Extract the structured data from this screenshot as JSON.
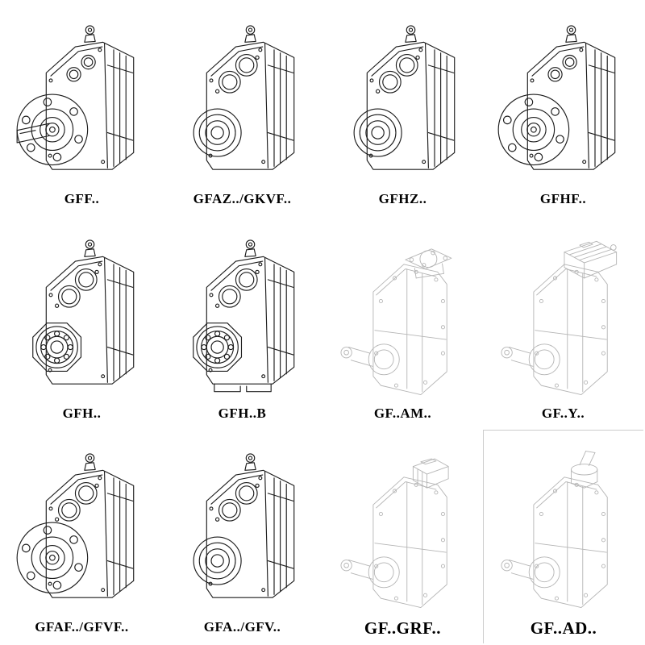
{
  "page": {
    "background": "#ffffff",
    "description": "Catalog sheet of parallel shaft helical gear reducer model variants, isometric line drawings with model code labels"
  },
  "colors": {
    "dark": "#1c1c1c",
    "light": "#b5b5b5",
    "label": "#000000"
  },
  "cells": [
    {
      "label": "GFF..",
      "drawing": "flange-shaft",
      "tone": "dark"
    },
    {
      "label": "GFAZ../GKVF..",
      "drawing": "hub-bores",
      "tone": "dark"
    },
    {
      "label": "GFHZ..",
      "drawing": "hub-bores",
      "tone": "dark"
    },
    {
      "label": "GFHF..",
      "drawing": "flange-plain",
      "tone": "dark"
    },
    {
      "label": "GFH..",
      "drawing": "bearing-bores",
      "tone": "dark"
    },
    {
      "label": "GFH..B",
      "drawing": "bearing-bores-foot",
      "tone": "dark"
    },
    {
      "label": "GF..AM..",
      "drawing": "input-flange",
      "tone": "light"
    },
    {
      "label": "GF..Y..",
      "drawing": "motor",
      "tone": "light"
    },
    {
      "label": "GFAF../GFVF..",
      "drawing": "flange-bores",
      "tone": "dark"
    },
    {
      "label": "GFA../GFV..",
      "drawing": "hub-bores",
      "tone": "dark"
    },
    {
      "label": "GF..GRF..",
      "drawing": "input-adapter",
      "tone": "light"
    },
    {
      "label": "GF..AD..",
      "drawing": "input-shaft-adapter",
      "tone": "light"
    }
  ]
}
